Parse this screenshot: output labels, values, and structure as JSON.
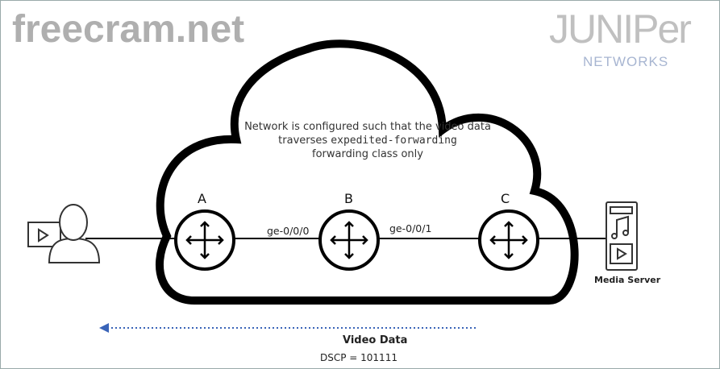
{
  "diagram": {
    "note_line1": "Network is configured such that the video data",
    "note_line2_prefix": "traverses",
    "note_line2_code": "expedited-forwarding",
    "note_line3": "forwarding class only",
    "routers": [
      {
        "label": "A"
      },
      {
        "label": "B"
      },
      {
        "label": "C"
      }
    ],
    "interfaces": {
      "ab": "ge-0/0/0",
      "bc": "ge-0/0/1"
    },
    "server_label": "Media Server",
    "flow_label": "Video Data",
    "dscp": "DSCP = 101111",
    "arrow_color": "#3a64b8"
  },
  "watermarks": {
    "site": "freecram.net",
    "logo": "JUNIPer",
    "logo_sub": "NETWORKS"
  }
}
